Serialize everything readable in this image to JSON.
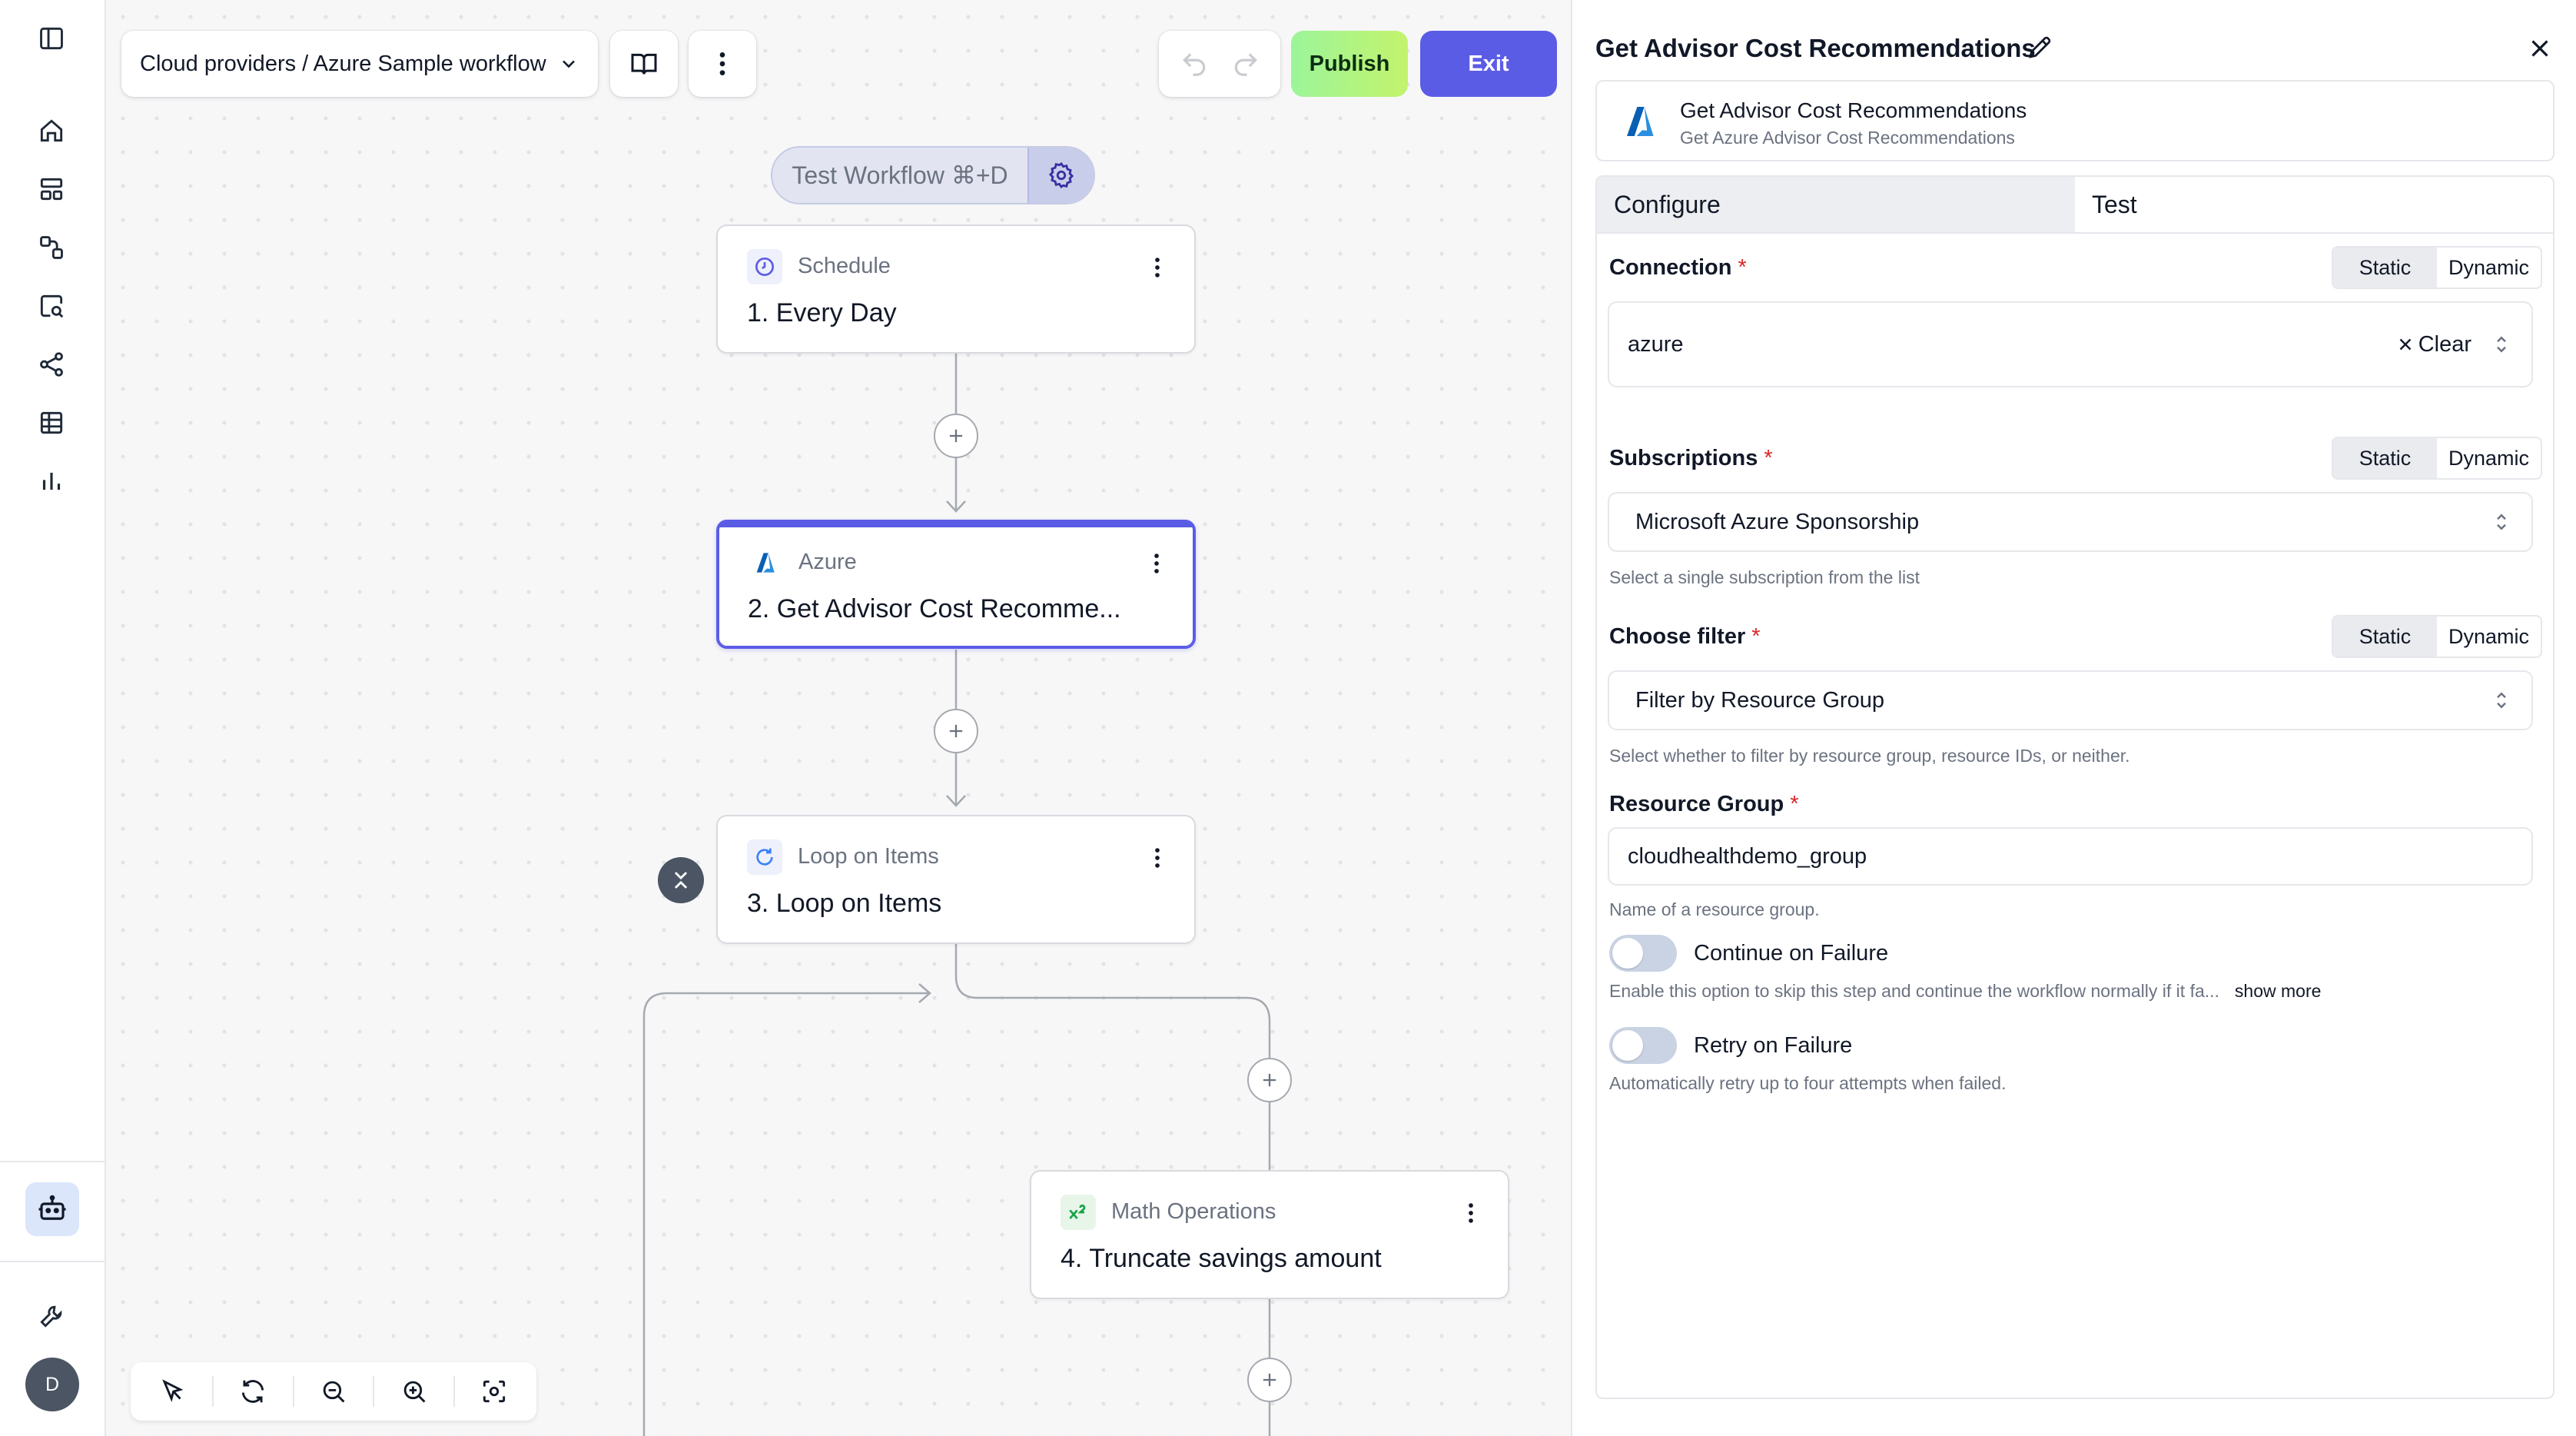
{
  "header": {
    "breadcrumb": "Cloud providers / Azure Sample workflow",
    "publish_label": "Publish",
    "exit_label": "Exit"
  },
  "canvas": {
    "test_workflow_label": "Test Workflow ⌘+D",
    "nodes": [
      {
        "kind": "Schedule",
        "title": "1. Every Day",
        "icon": "clock-icon"
      },
      {
        "kind": "Azure",
        "title": "2. Get Advisor Cost Recomme...",
        "icon": "azure-logo-icon"
      },
      {
        "kind": "Loop on Items",
        "title": "3. Loop on Items",
        "icon": "loop-icon"
      },
      {
        "kind": "Math Operations",
        "title": "4. Truncate savings amount",
        "icon": "math-icon"
      }
    ]
  },
  "rail": {
    "avatar_initial": "D"
  },
  "panel": {
    "title": "Get Advisor Cost Recommendations",
    "piece": {
      "name": "Get Advisor Cost Recommendations",
      "description": "Get Azure Advisor Cost Recommendations"
    },
    "tabs": [
      "Configure",
      "Test"
    ],
    "seg_static": "Static",
    "seg_dynamic": "Dynamic",
    "connection": {
      "label": "Connection",
      "value": "azure",
      "clear_label": "Clear"
    },
    "subscriptions": {
      "label": "Subscriptions",
      "value": "Microsoft Azure Sponsorship",
      "help": "Select a single subscription from the list"
    },
    "filter": {
      "label": "Choose filter",
      "value": "Filter by Resource Group",
      "help": "Select whether to filter by resource group, resource IDs, or neither."
    },
    "resource_group": {
      "label": "Resource Group",
      "value": "cloudhealthdemo_group",
      "help": "Name of a resource group."
    },
    "continue_on_failure": {
      "label": "Continue on Failure",
      "help": "Enable this option to skip this step and continue the workflow normally if it fa...",
      "more": "show more",
      "enabled": false
    },
    "retry_on_failure": {
      "label": "Retry on Failure",
      "help": "Automatically retry up to four attempts when failed.",
      "enabled": false
    }
  },
  "colors": {
    "accent": "#5b5ce6",
    "publish": "#b5f57e",
    "required": "#dc2626",
    "azure": "#0078d4"
  }
}
